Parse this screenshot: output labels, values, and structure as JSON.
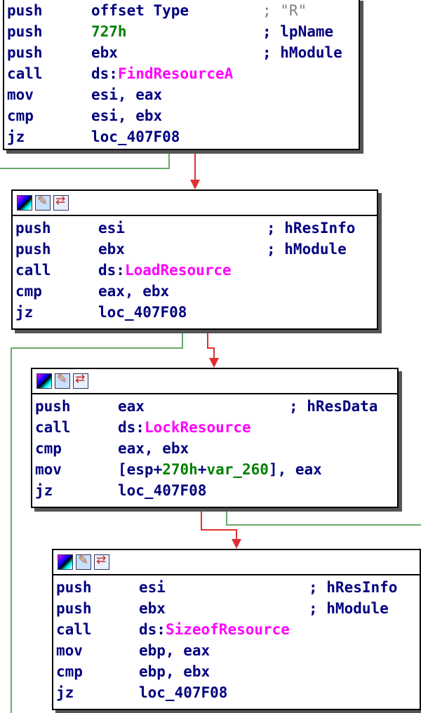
{
  "blocks": [
    {
      "lines": [
        {
          "mnemonic": "push",
          "operand": "offset Type",
          "comment": "; \"R\"",
          "comment_style": "string"
        },
        {
          "mnemonic": "push",
          "operand": "727h",
          "operand_style": "number",
          "comment": "; lpName"
        },
        {
          "mnemonic": "push",
          "operand": "ebx",
          "comment": "; hModule"
        },
        {
          "mnemonic": "call",
          "operand": "ds:FindResourceA",
          "operand_style": "api"
        },
        {
          "mnemonic": "mov",
          "operand": "esi, eax"
        },
        {
          "mnemonic": "cmp",
          "operand": "esi, ebx"
        },
        {
          "mnemonic": "jz",
          "operand": "loc_407F08"
        }
      ]
    },
    {
      "lines": [
        {
          "mnemonic": "push",
          "operand": "esi",
          "comment": "; hResInfo"
        },
        {
          "mnemonic": "push",
          "operand": "ebx",
          "comment": "; hModule"
        },
        {
          "mnemonic": "call",
          "operand": "ds:LoadResource",
          "operand_style": "api"
        },
        {
          "mnemonic": "cmp",
          "operand": "eax, ebx"
        },
        {
          "mnemonic": "jz",
          "operand": "loc_407F08"
        }
      ]
    },
    {
      "lines": [
        {
          "mnemonic": "push",
          "operand": "eax",
          "comment": "; hResData"
        },
        {
          "mnemonic": "call",
          "operand": "ds:LockResource",
          "operand_style": "api"
        },
        {
          "mnemonic": "cmp",
          "operand": "eax, ebx"
        },
        {
          "mnemonic": "mov",
          "operand": "[esp+270h+var_260], eax",
          "operand_style": "mixed"
        },
        {
          "mnemonic": "jz",
          "operand": "loc_407F08"
        }
      ]
    },
    {
      "lines": [
        {
          "mnemonic": "push",
          "operand": "esi",
          "comment": "; hResInfo"
        },
        {
          "mnemonic": "push",
          "operand": "ebx",
          "comment": "; hModule"
        },
        {
          "mnemonic": "call",
          "operand": "ds:SizeofResource",
          "operand_style": "api"
        },
        {
          "mnemonic": "mov",
          "operand": "ebp, eax"
        },
        {
          "mnemonic": "cmp",
          "operand": "ebp, ebx"
        },
        {
          "mnemonic": "jz",
          "operand": "loc_407F08"
        }
      ]
    }
  ],
  "header_icons": [
    "color-palette-icon",
    "edit-node-icon",
    "graph-view-icon"
  ],
  "colors": {
    "mnemonic": "#00007f",
    "api": "#ff00ff",
    "number": "#007f00",
    "string_comment": "#7f7f7f",
    "edge_true": "#ff0000",
    "edge_false": "#3c963c"
  }
}
